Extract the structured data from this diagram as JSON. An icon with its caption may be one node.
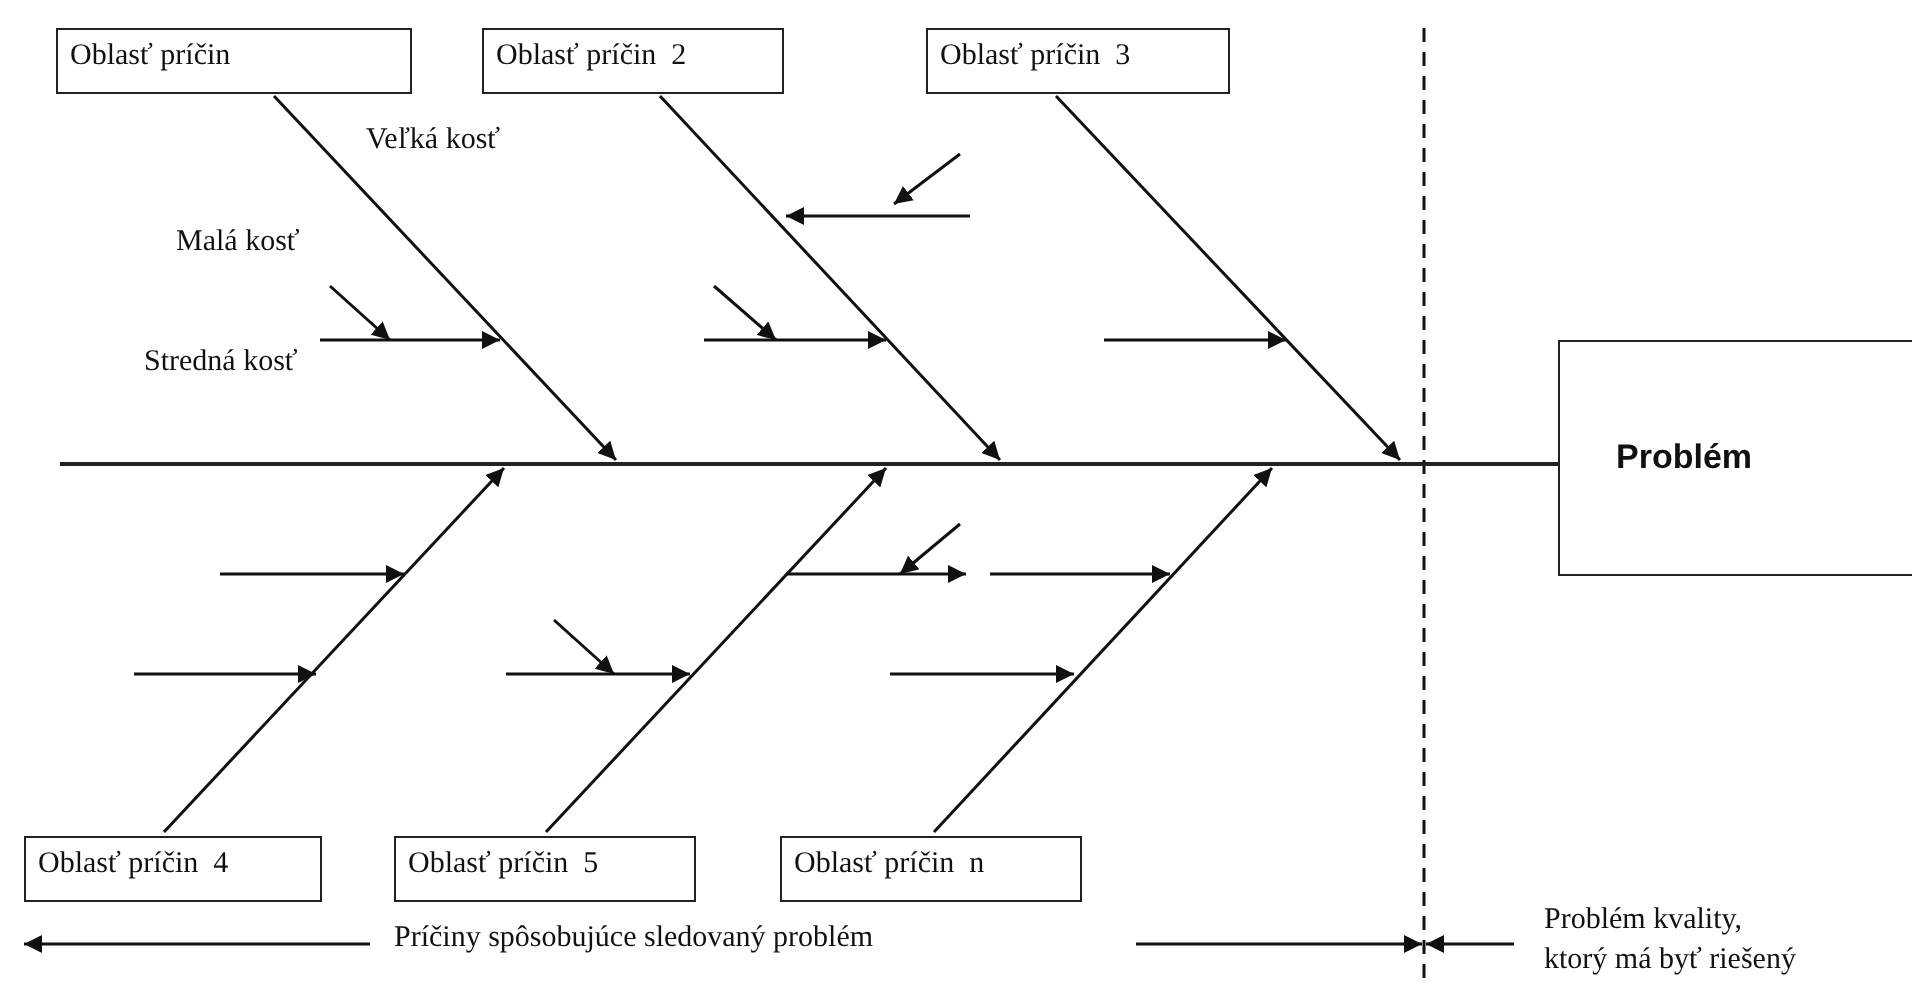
{
  "diagram": {
    "nodes": [
      {
        "text": [
          "Oblasť príčin"
        ]
      },
      {
        "text": [
          "Oblasť príčin  2"
        ]
      },
      {
        "text": [
          "Oblasť príčin  3"
        ]
      },
      {
        "text": [
          "Oblasť príčin  4"
        ]
      },
      {
        "text": [
          "Oblasť príčin  5"
        ]
      },
      {
        "text": [
          "Oblasť príčin  n"
        ]
      },
      {
        "text": [],
        "shape": "line"
      },
      {
        "text": [
          "Problém"
        ]
      }
    ],
    "edges": [
      {
        "from": 0,
        "to": 6,
        "arrow": "to"
      },
      {
        "from": 1,
        "to": 6,
        "arrow": "to"
      },
      {
        "from": 2,
        "to": 6,
        "arrow": "to"
      },
      {
        "from": 3,
        "to": 6,
        "arrow": "to"
      },
      {
        "from": 4,
        "to": 6,
        "arrow": "to"
      },
      {
        "from": 5,
        "to": 6,
        "arrow": "to"
      }
    ],
    "labels": [
      "Veľká kosť",
      "Malá kosť",
      "Stredná kosť",
      "Príčiny spôsobujúce sledovaný problém",
      "Problém kvality, ktorý má byť riešený"
    ]
  }
}
